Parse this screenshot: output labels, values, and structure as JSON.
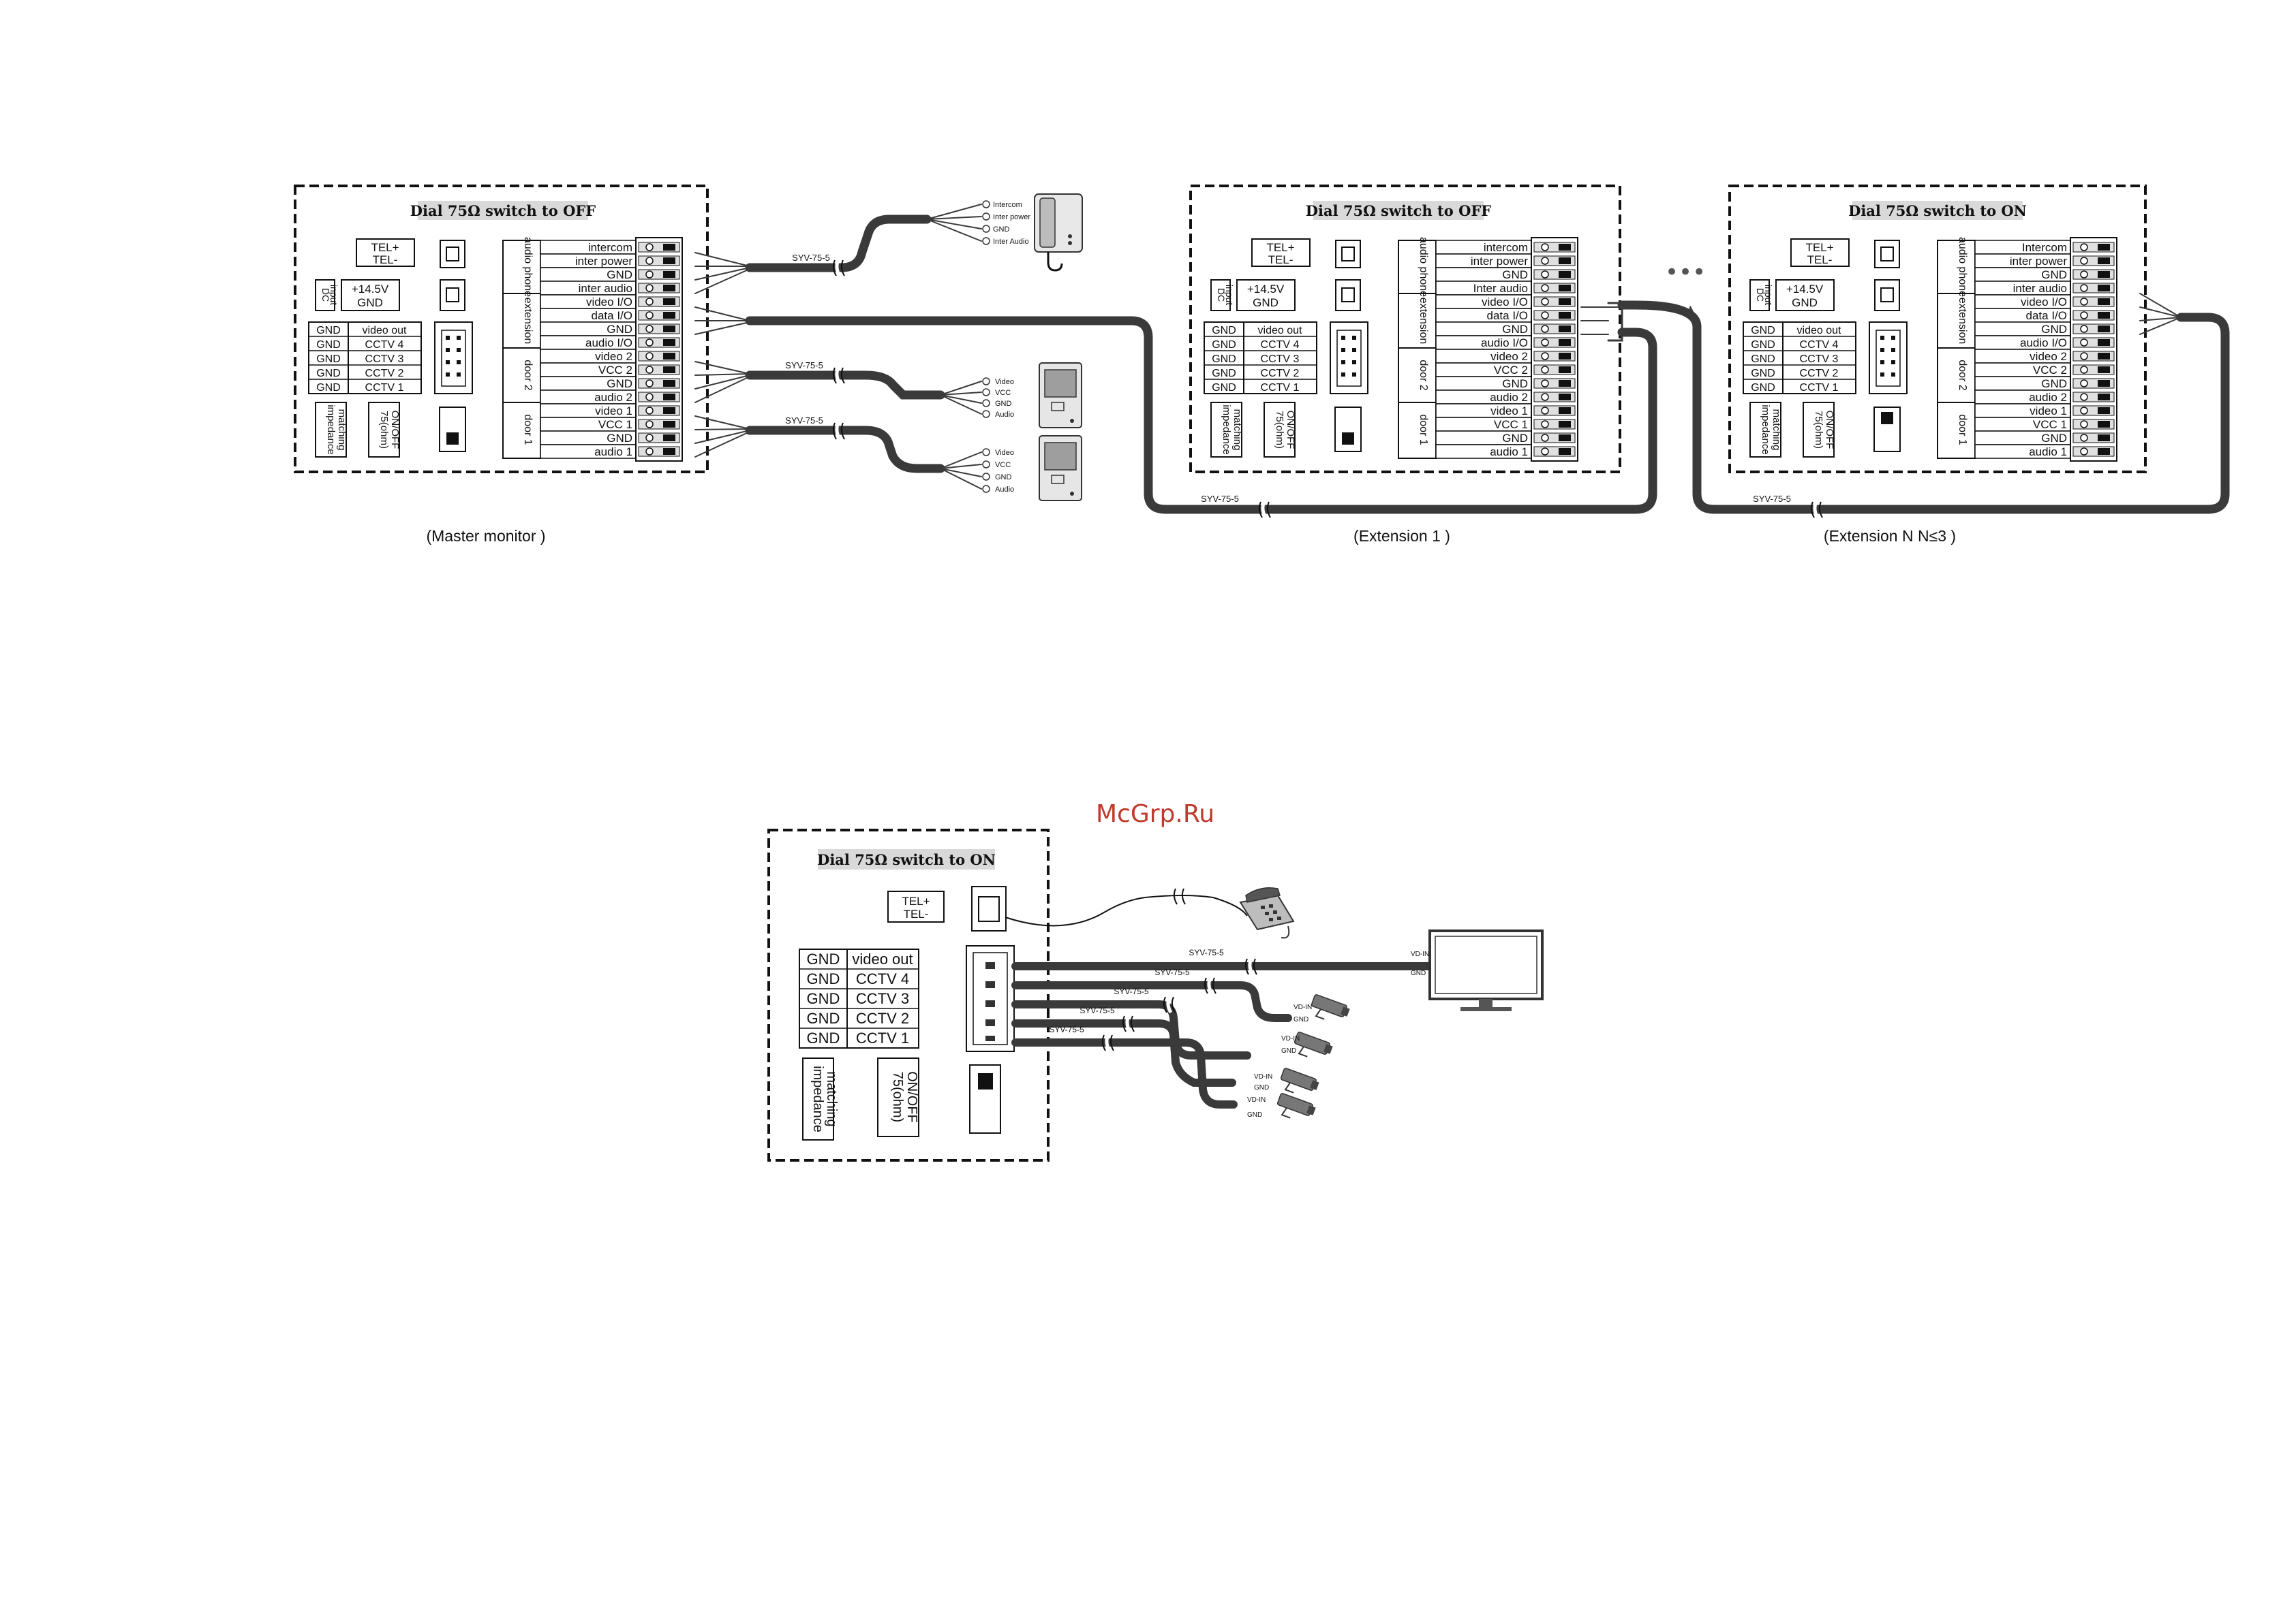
{
  "watermark": "McGrp.Ru",
  "cable_label": "SYV-75-5",
  "dots": "•••",
  "monitors": [
    {
      "title": "Dial 75Ω switch to OFF",
      "caption": "(Master monitor )",
      "tel_plus": "TEL+",
      "tel_minus": "TEL-",
      "dc_input": [
        "DC",
        "input"
      ],
      "dc_values": [
        "+14.5V",
        "GND"
      ],
      "cctv_rows": [
        [
          "GND",
          "video out"
        ],
        [
          "GND",
          "CCTV 4"
        ],
        [
          "GND",
          "CCTV 3"
        ],
        [
          "GND",
          "CCTV 2"
        ],
        [
          "GND",
          "CCTV 1"
        ]
      ],
      "impedance": [
        "impedance",
        "matching"
      ],
      "switch_label": [
        "75(ohm)",
        "ON/OFF"
      ],
      "groups": [
        "audio phone",
        "extension",
        "door 2",
        "door 1"
      ],
      "terminals": [
        "intercom",
        "inter power",
        "GND",
        "inter audio",
        "video I/O",
        "data I/O",
        "GND",
        "audio I/O",
        "video 2",
        "VCC 2",
        "GND",
        "audio 2",
        "video 1",
        "VCC 1",
        "GND",
        "audio 1"
      ]
    },
    {
      "title": "Dial 75Ω switch to OFF",
      "caption": "(Extension 1 )",
      "tel_plus": "TEL+",
      "tel_minus": "TEL-",
      "dc_input": [
        "DC",
        "input"
      ],
      "dc_values": [
        "+14.5V",
        "GND"
      ],
      "cctv_rows": [
        [
          "GND",
          "video out"
        ],
        [
          "GND",
          "CCTV 4"
        ],
        [
          "GND",
          "CCTV 3"
        ],
        [
          "GND",
          "CCTV 2"
        ],
        [
          "GND",
          "CCTV 1"
        ]
      ],
      "impedance": [
        "impedance",
        "matching"
      ],
      "switch_label": [
        "75(ohm)",
        "ON/OFF"
      ],
      "groups": [
        "audio phone",
        "extension",
        "door 2",
        "door 1"
      ],
      "terminals": [
        "intercom",
        "inter power",
        "GND",
        "Inter audio",
        "video I/O",
        "data I/O",
        "GND",
        "audio I/O",
        "video 2",
        "VCC 2",
        "GND",
        "audio 2",
        "video 1",
        "VCC 1",
        "GND",
        "audio 1"
      ]
    },
    {
      "title": "Dial 75Ω switch to ON",
      "caption": "(Extension  N N≤3 )",
      "tel_plus": "TEL+",
      "tel_minus": "TEL-",
      "dc_input": [
        "DC",
        "input"
      ],
      "dc_values": [
        "+14.5V",
        "GND"
      ],
      "cctv_rows": [
        [
          "GND",
          "video out"
        ],
        [
          "GND",
          "CCTV 4"
        ],
        [
          "GND",
          "CCTV 3"
        ],
        [
          "GND",
          "CCTV 2"
        ],
        [
          "GND",
          "CCTV 1"
        ]
      ],
      "impedance": [
        "impedance",
        "matching"
      ],
      "switch_label": [
        "75(ohm)",
        "ON/OFF"
      ],
      "groups": [
        "audio phone",
        "extension",
        "door 2",
        "door 1"
      ],
      "terminals": [
        "Intercom",
        "inter power",
        "GND",
        "inter audio",
        "video I/O",
        "data I/O",
        "GND",
        "audio I/O",
        "video 2",
        "VCC 2",
        "GND",
        "audio 2",
        "video 1",
        "VCC 1",
        "GND",
        "audio 1"
      ]
    }
  ],
  "handset_pins": [
    "Intercom",
    "Inter power",
    "GND",
    "Inter Audio"
  ],
  "door_pins": [
    "Video",
    "VCC",
    "GND",
    "Audio"
  ],
  "bottom": {
    "title": "Dial 75Ω switch to ON",
    "tel_plus": "TEL+",
    "tel_minus": "TEL-",
    "cctv_rows": [
      [
        "GND",
        "video out"
      ],
      [
        "GND",
        "CCTV 4"
      ],
      [
        "GND",
        "CCTV 3"
      ],
      [
        "GND",
        "CCTV 2"
      ],
      [
        "GND",
        "CCTV 1"
      ]
    ],
    "impedance": [
      "impedance",
      "matching"
    ],
    "switch_label": [
      "75(ohm)",
      "ON/OFF"
    ],
    "vd_in": "VD-IN",
    "gnd": "GND"
  }
}
